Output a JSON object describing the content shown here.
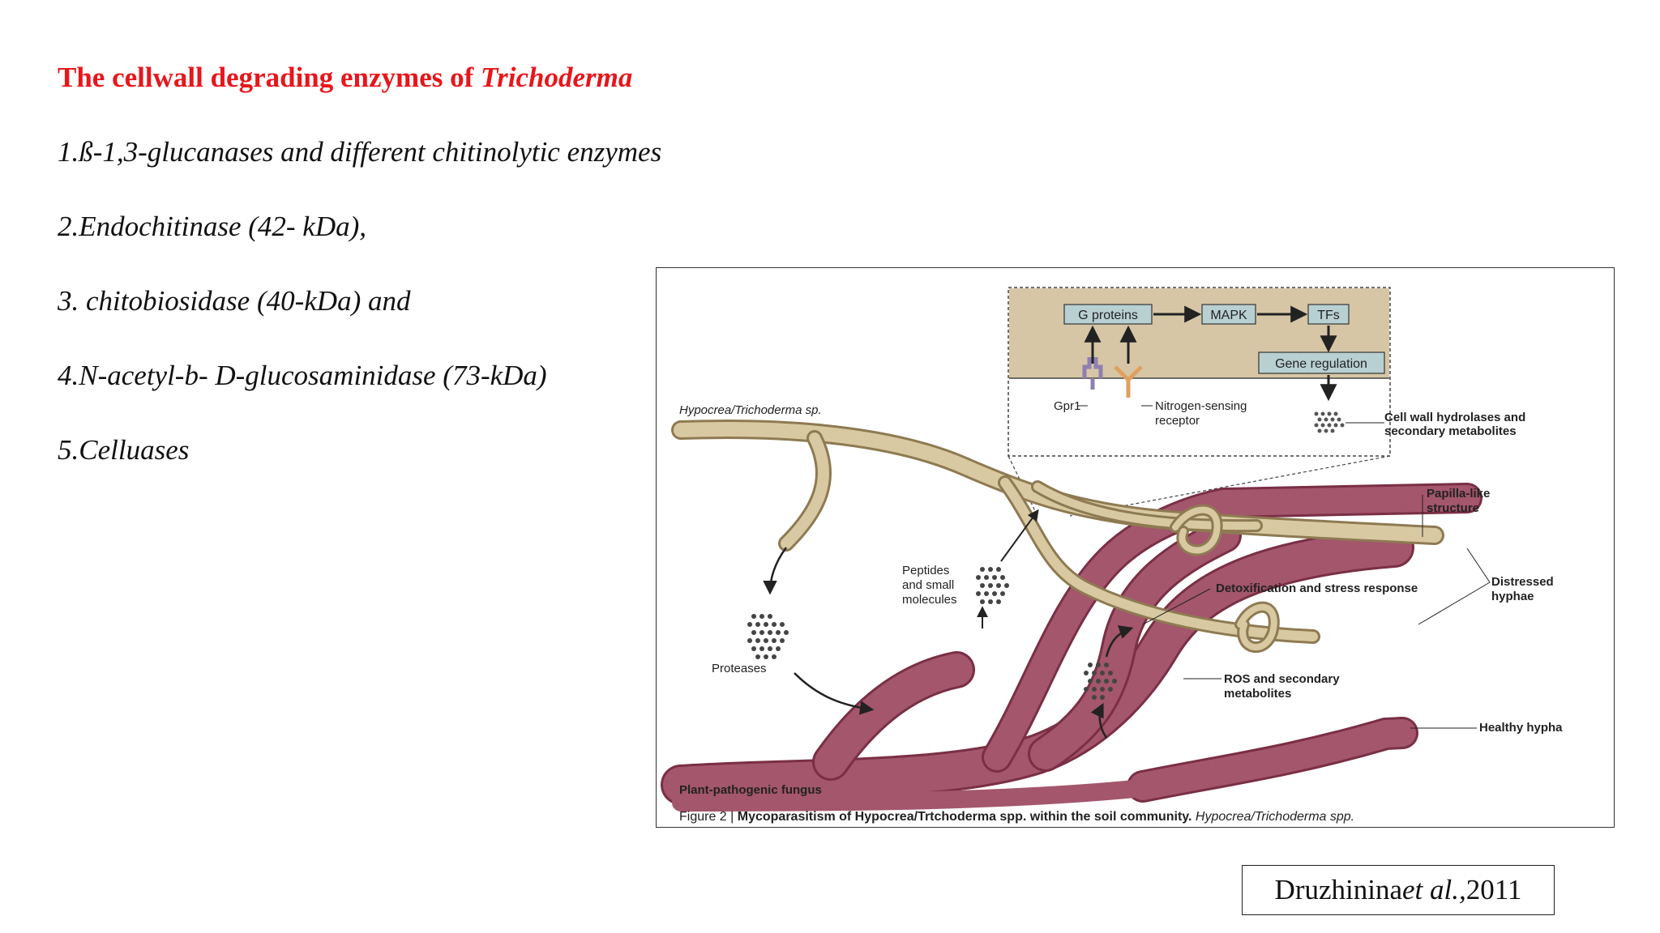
{
  "slide": {
    "title_prefix": "The cellwall degrading enzymes of ",
    "title_italic": "Trichoderma",
    "bullets": [
      "1.ß-1,3-glucanases and different chitinolytic enzymes",
      "2.Endochitinase (42- kDa),",
      "3. chitobiosidase (40-kDa) and",
      "4.N-acetyl-b- D-glucosaminidase (73-kDa)",
      "5.Celluases"
    ]
  },
  "figure": {
    "label_trichoderma": "Hypocrea/Trichoderma sp.",
    "box_g_proteins": "G proteins",
    "box_mapk": "MAPK",
    "box_tfs": "TFs",
    "box_gene_regulation": "Gene regulation",
    "label_gpr1": "Gpr1",
    "label_nitrogen_line1": "Nitrogen-sensing",
    "label_nitrogen_line2": "receptor",
    "label_hydrolases_line1": "Cell wall hydrolases and",
    "label_hydrolases_line2": "secondary metabolites",
    "label_papilla_line1": "Papilla-like",
    "label_papilla_line2": "structure",
    "label_peptides_line1": "Peptides",
    "label_peptides_line2": "and small",
    "label_peptides_line3": "molecules",
    "label_detox": "Detoxification and stress response",
    "label_distressed_line1": "Distressed",
    "label_distressed_line2": "hyphae",
    "label_proteases": "Proteases",
    "label_ros_line1": "ROS and secondary",
    "label_ros_line2": "metabolites",
    "label_healthy": "Healthy hypha",
    "label_pathogen": "Plant-pathogenic fungus",
    "caption_prefix": "Figure 2 | ",
    "caption_bold": "Mycoparasitism of Hypocrea/Trtchoderma spp. within the soil community.",
    "caption_rest": " Hypocrea/Trichoderma spp.",
    "colors": {
      "pathogen": "#a3566c",
      "pathogen_dark": "#7a2f45",
      "trichoderma": "#d9c9a2",
      "trichoderma_outline": "#8e7a52",
      "inset_bg": "#d6c6a6",
      "box_fill": "#b9d0d3"
    }
  },
  "citation": {
    "prefix": "Druzhinina ",
    "italic": "et al.,",
    "suffix": " 2011"
  }
}
